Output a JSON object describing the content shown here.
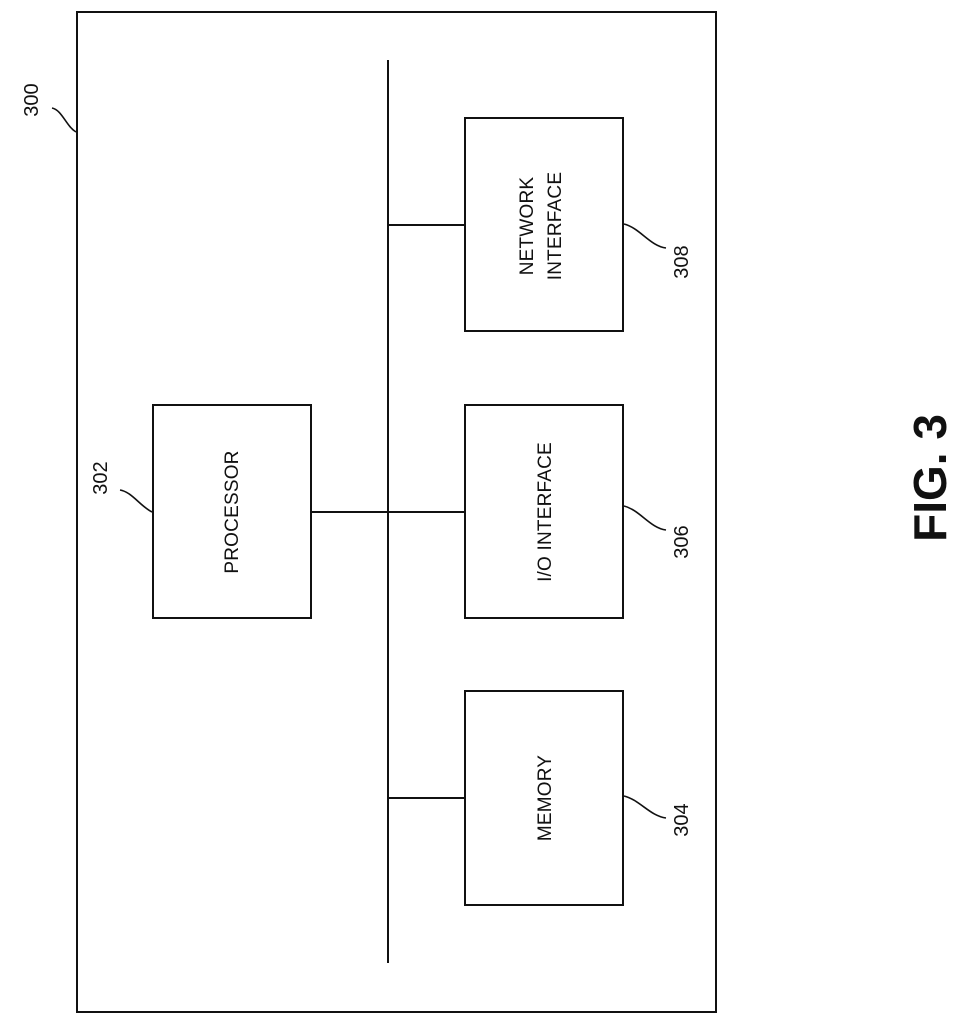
{
  "figure": {
    "label": "FIG. 3",
    "reference": "300"
  },
  "blocks": {
    "processor": {
      "label": "PROCESSOR",
      "reference": "302"
    },
    "memory": {
      "label": "MEMORY",
      "reference": "304"
    },
    "io_interface": {
      "label": "I/O INTERFACE",
      "reference": "306"
    },
    "network_interface": {
      "label_line1": "NETWORK",
      "label_line2": "INTERFACE",
      "reference": "308"
    }
  }
}
